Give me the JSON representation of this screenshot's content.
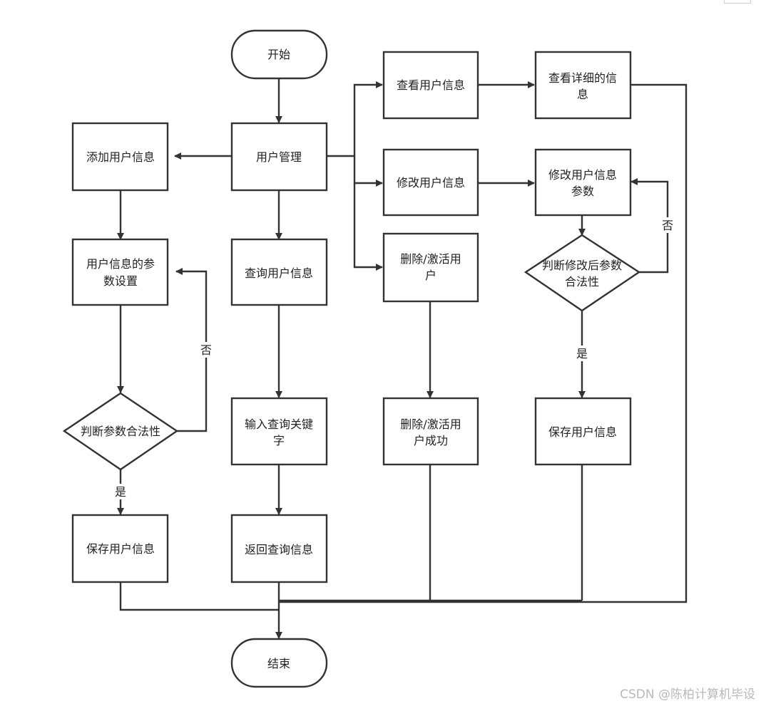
{
  "nodes": {
    "start": "开始",
    "user_mgmt": "用户管理",
    "add_user": "添加用户信息",
    "param_setting": [
      "用户信息的参",
      "数设置"
    ],
    "judge_params": "判断参数合法性",
    "save_left": "保存用户信息",
    "query_user": "查询用户信息",
    "input_keyword": [
      "输入查询关键",
      "字"
    ],
    "return_query": "返回查询信息",
    "view_user": "查看用户信息",
    "view_detail": [
      "查看详细的信",
      "息"
    ],
    "modify_user": "修改用户信息",
    "modify_params": [
      "修改用户信息",
      "参数"
    ],
    "judge_modified": [
      "判断修改后参数",
      "合法性"
    ],
    "save_right": "保存用户信息",
    "delete_user": [
      "删除/激活用",
      "户"
    ],
    "delete_success": [
      "删除/激活用",
      "户成功"
    ],
    "end": "结束"
  },
  "edge_labels": {
    "no_left": "否",
    "yes_left": "是",
    "no_right": "否",
    "yes_right": "是"
  },
  "watermark": "CSDN @陈柏计算机毕设",
  "colors": {
    "stroke": "#333333",
    "text": "#222222",
    "background": "#ffffff"
  }
}
